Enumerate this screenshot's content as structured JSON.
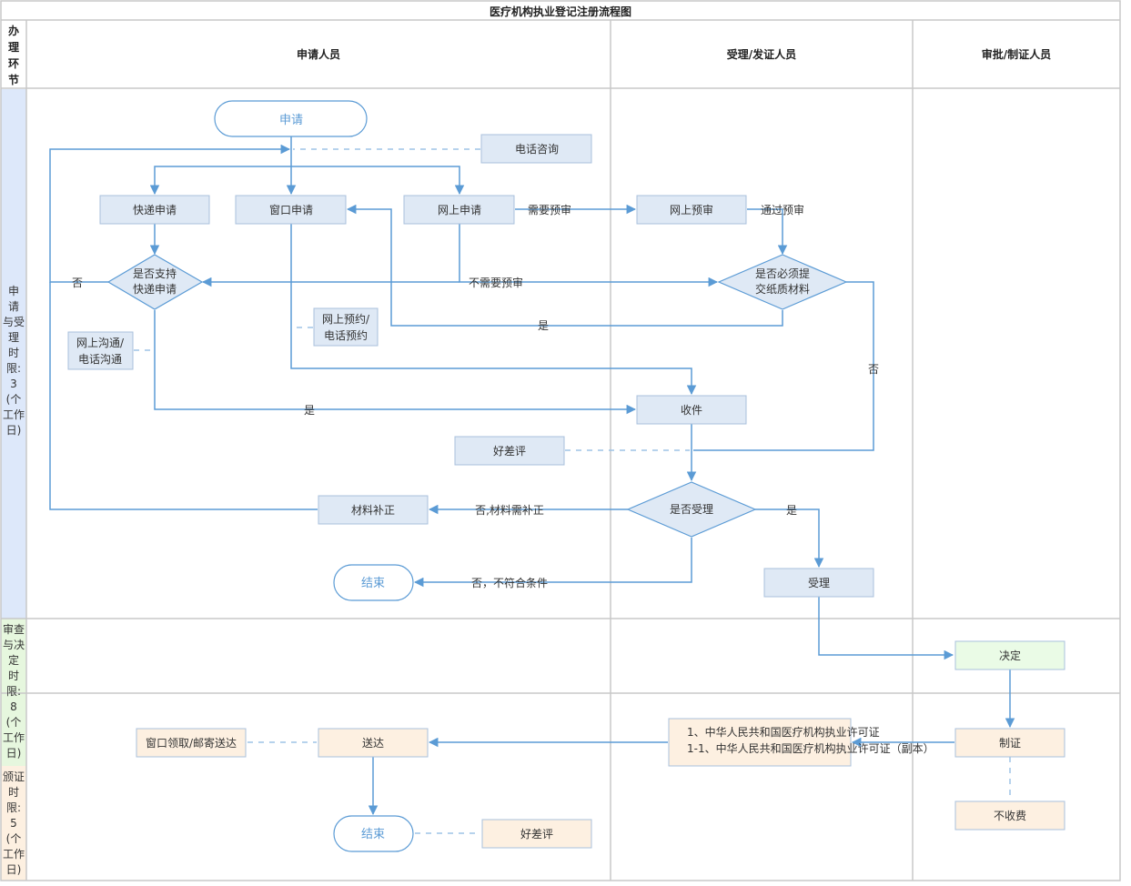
{
  "title": "医疗机构执业登记注册流程图",
  "header": {
    "stage": [
      "办",
      "理",
      "环",
      "节"
    ],
    "col_applicant": "申请人员",
    "col_acceptor": "受理/发证人员",
    "col_approver": "审批/制证人员"
  },
  "stages": {
    "accept": [
      "申",
      "请",
      "与受",
      "理",
      "时",
      "限:",
      "3",
      "(个",
      "工作",
      "日)"
    ],
    "review": [
      "审查",
      "与决",
      "定",
      "时",
      "限:",
      "8",
      "(个",
      "工作",
      "日)"
    ],
    "issue": [
      "颁证",
      "时",
      "限:",
      "5",
      "(个",
      "工作",
      "日)"
    ]
  },
  "nodes": {
    "apply": "申请",
    "phone_consult": "电话咨询",
    "express_apply": "快递申请",
    "window_apply": "窗口申请",
    "online_apply": "网上申请",
    "online_precheck": "网上预审",
    "express_supported": [
      "是否支持",
      "快递申请"
    ],
    "paper_required": [
      "是否必须提",
      "交纸质材料"
    ],
    "online_booking": [
      "网上预约/",
      "电话预约"
    ],
    "online_comm": [
      "网上沟通/",
      "电话沟通"
    ],
    "receive": "收件",
    "good_bad_review": "好差评",
    "accepted": "是否受理",
    "supplement": "材料补正",
    "end": "结束",
    "acceptance": "受理",
    "decision": "决定",
    "license": [
      "1、中华人民共和国医疗机构执业许可证",
      "1-1、中华人民共和国医疗机构执业许可证（副本）"
    ],
    "make_license": "制证",
    "deliver": "送达",
    "window_pickup": "窗口领取/邮寄送达",
    "end2": "结束",
    "good_bad_review2": "好差评",
    "no_fee": "不收费"
  },
  "edge_labels": {
    "need_precheck": "需要预审",
    "pass_precheck": "通过预审",
    "no_precheck": "不需要预审",
    "no1": "否",
    "yes1": "是",
    "no2": "否",
    "yes2": "是",
    "no_supplement": "否,材料需补正",
    "no_unqualified": "否，不符合条件",
    "yes3": "是"
  },
  "colors": {
    "line": "#5b9bd5",
    "box_fill": "#dfe9f5",
    "stage_accept": "#dde8fa",
    "stage_review": "#e6f7de",
    "stage_issue": "#fdf0e1"
  }
}
